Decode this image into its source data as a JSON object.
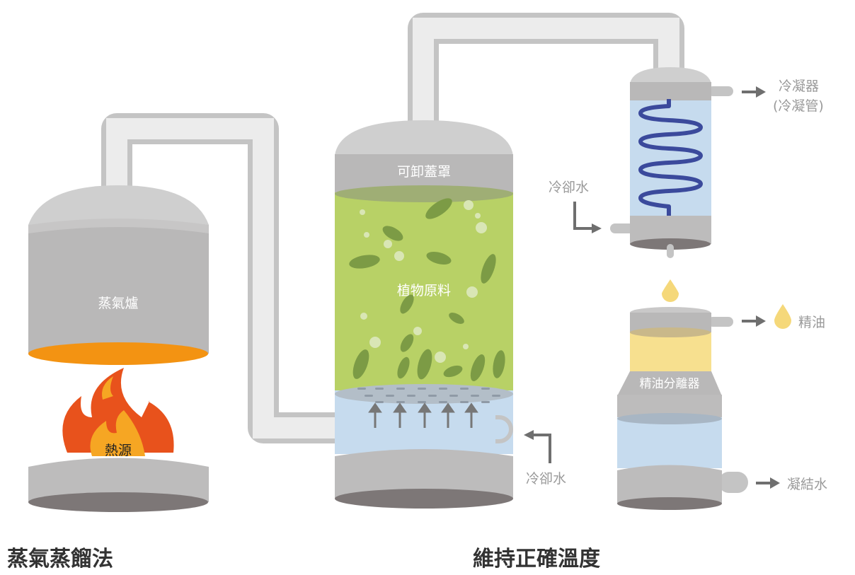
{
  "labels": {
    "boiler": "蒸氣爐",
    "heat_source": "熱源",
    "lid": "可卸蓋罩",
    "plant_material": "植物原料",
    "condenser": "冷凝器",
    "condenser_sub": "(冷凝管)",
    "cooling_water_top": "冷卻水",
    "cooling_water_bottom": "冷卻水",
    "essential_oil": "精油",
    "separator": "精油分離器",
    "condensed_water": "凝結水"
  },
  "titles": {
    "left": "蒸氣蒸餾法",
    "right": "維持正確溫度"
  },
  "colors": {
    "metal": "#bdbcbc",
    "pipe": "#ececec",
    "plant": "#b8d166",
    "water": "#c6dbee",
    "coil": "#3b4a9c",
    "oil": "#f7e08f",
    "fire": "#e8521c",
    "flame_inner": "#f6a623"
  }
}
